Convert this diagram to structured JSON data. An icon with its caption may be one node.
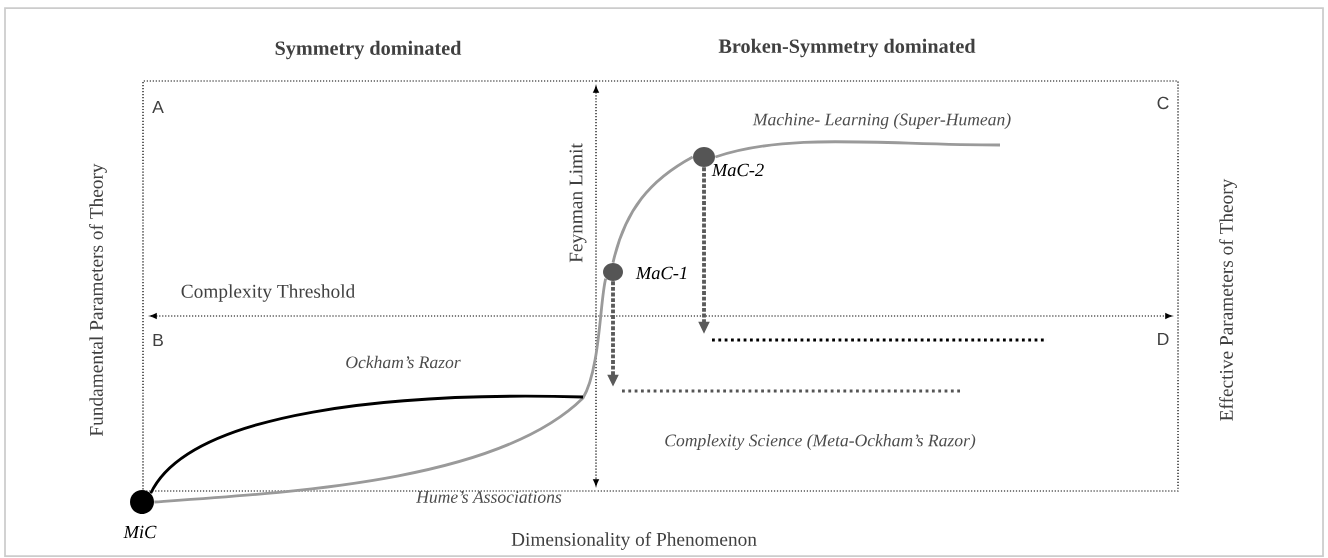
{
  "diagram": {
    "nodes": [
      {
        "text": [],
        "shape": "circle",
        "beside": [
          "MiC"
        ]
      },
      {
        "text": [],
        "shape": "circle",
        "beside": [
          "MaC-1"
        ]
      },
      {
        "text": [],
        "shape": "circle",
        "beside": [
          "MaC-2"
        ]
      }
    ],
    "edges": [
      {
        "from": 0,
        "to": 1,
        "arrow": "none"
      },
      {
        "from": 1,
        "to": 2,
        "arrow": "none"
      },
      {
        "from": 2,
        "to": null,
        "arrow": "none"
      },
      {
        "from": 0,
        "to": null,
        "arrow": "none",
        "color": "#000000"
      },
      {
        "from": 1,
        "to": null,
        "arrow": "to",
        "style": "dashed",
        "color": "#5a5a5a"
      },
      {
        "from": 2,
        "to": null,
        "arrow": "to",
        "style": "dashed",
        "color": "#5a5a5a"
      }
    ],
    "labels": [
      "Symmetry dominated",
      "Broken-Symmetry dominated",
      "A",
      "C",
      "Feynman Limit",
      "Machine- Learning (Super-Humean)",
      "Complexity Threshold",
      "B",
      "D",
      "Ockham’s Razor",
      "Complexity Science (Meta-Ockham’s Razor)",
      "Hume’s Associations",
      "Fundamental Parameters of Theory",
      "Effective Parameters of Theory",
      "Dimensionality of Phenomenon"
    ]
  }
}
